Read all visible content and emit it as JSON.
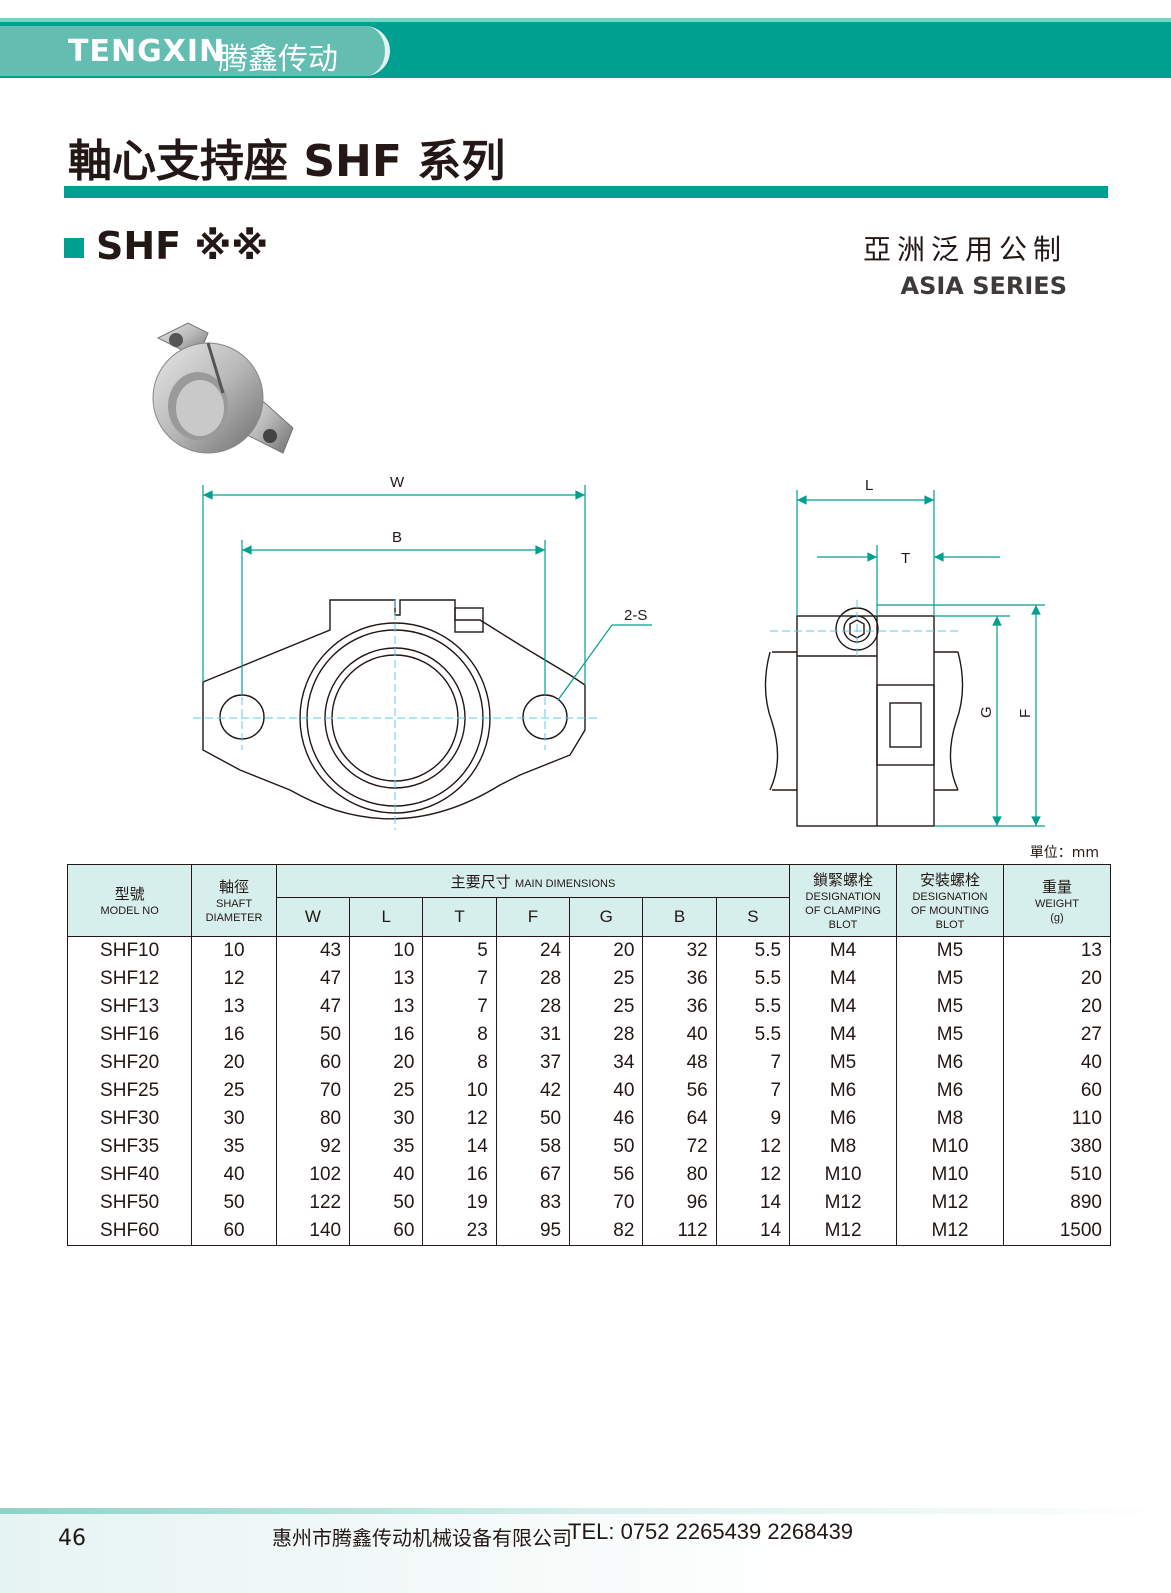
{
  "header": {
    "brand": "TENGXIN",
    "brand_cn": "腾鑫传动"
  },
  "page": {
    "title": "軸心支持座 SHF 系列",
    "series_name": "SHF ※※",
    "series_cn": "亞洲泛用公制",
    "series_en": "ASIA SERIES",
    "unit_note": "單位：mm"
  },
  "drawing": {
    "labels": {
      "W": "W",
      "B": "B",
      "S": "2-S",
      "L": "L",
      "T": "T",
      "G": "G",
      "F": "F"
    },
    "colors": {
      "dimension": "#00a090",
      "outline": "#231815",
      "centerline": "#5cc8e8"
    }
  },
  "table": {
    "headers": {
      "model_cn": "型號",
      "model_en": "MODEL NO",
      "shaft_cn": "軸徑",
      "shaft_en1": "SHAFT",
      "shaft_en2": "DIAMETER",
      "main_cn": "主要尺寸",
      "main_en": "MAIN DIMENSIONS",
      "clamp_cn": "鎖緊螺栓",
      "clamp_en1": "DESIGNATION",
      "clamp_en2": "OF CLAMPING",
      "clamp_en3": "BLOT",
      "mount_cn": "安裝螺栓",
      "mount_en1": "DESIGNATION",
      "mount_en2": "OF MOUNTING",
      "mount_en3": "BLOT",
      "weight_cn": "重量",
      "weight_en": "WEIGHT",
      "weight_unit": "(g)",
      "dims": [
        "W",
        "L",
        "T",
        "F",
        "G",
        "B",
        "S"
      ]
    },
    "rows": [
      [
        "SHF10",
        "10",
        "43",
        "10",
        "5",
        "24",
        "20",
        "32",
        "5.5",
        "M4",
        "M5",
        "13"
      ],
      [
        "SHF12",
        "12",
        "47",
        "13",
        "7",
        "28",
        "25",
        "36",
        "5.5",
        "M4",
        "M5",
        "20"
      ],
      [
        "SHF13",
        "13",
        "47",
        "13",
        "7",
        "28",
        "25",
        "36",
        "5.5",
        "M4",
        "M5",
        "20"
      ],
      [
        "SHF16",
        "16",
        "50",
        "16",
        "8",
        "31",
        "28",
        "40",
        "5.5",
        "M4",
        "M5",
        "27"
      ],
      [
        "SHF20",
        "20",
        "60",
        "20",
        "8",
        "37",
        "34",
        "48",
        "7",
        "M5",
        "M6",
        "40"
      ],
      [
        "SHF25",
        "25",
        "70",
        "25",
        "10",
        "42",
        "40",
        "56",
        "7",
        "M6",
        "M6",
        "60"
      ],
      [
        "SHF30",
        "30",
        "80",
        "30",
        "12",
        "50",
        "46",
        "64",
        "9",
        "M6",
        "M8",
        "110"
      ],
      [
        "SHF35",
        "35",
        "92",
        "35",
        "14",
        "58",
        "50",
        "72",
        "12",
        "M8",
        "M10",
        "380"
      ],
      [
        "SHF40",
        "40",
        "102",
        "40",
        "16",
        "67",
        "56",
        "80",
        "12",
        "M10",
        "M10",
        "510"
      ],
      [
        "SHF50",
        "50",
        "122",
        "50",
        "19",
        "83",
        "70",
        "96",
        "14",
        "M12",
        "M12",
        "890"
      ],
      [
        "SHF60",
        "60",
        "140",
        "60",
        "23",
        "95",
        "82",
        "112",
        "14",
        "M12",
        "M12",
        "1500"
      ]
    ]
  },
  "footer": {
    "page_number": "46",
    "company": "惠州市腾鑫传动机械设备有限公司",
    "tel": "TEL: 0752  2265439  2268439"
  }
}
